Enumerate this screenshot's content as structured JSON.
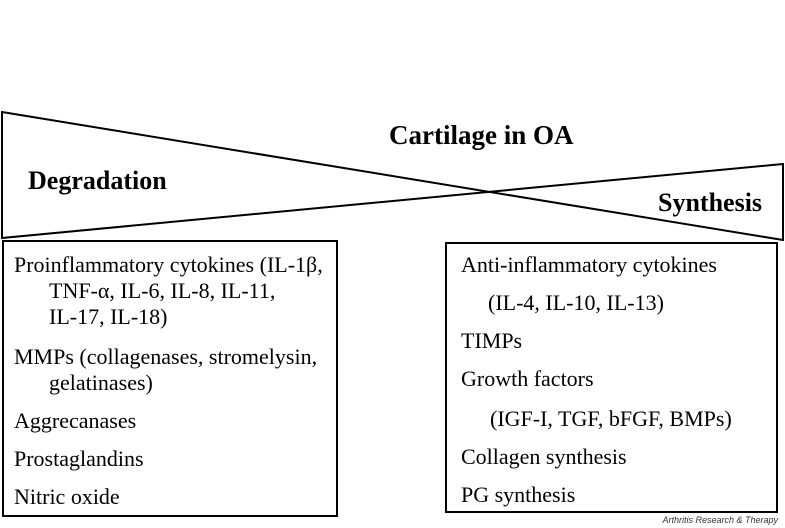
{
  "figure": {
    "title": "Cartilage in OA",
    "left_process_label": "Degradation",
    "right_process_label": "Synthesis",
    "credit": "Arthritis Research & Therapy"
  },
  "degradation_box": {
    "lines": [
      "Proinflammatory cytokines (IL-1β,",
      "TNF-α, IL-6, IL-8, IL-11,",
      "IL-17, IL-18)",
      "MMPs (collagenases, stromelysin,",
      "gelatinases)",
      "Aggrecanases",
      "Prostaglandins",
      "Nitric oxide"
    ]
  },
  "synthesis_box": {
    "lines": [
      "Anti-inflammatory cytokines",
      "(IL-4, IL-10, IL-13)",
      "TIMPs",
      "Growth factors",
      "(IGF-I, TGF, bFGF, BMPs)",
      "Collagen synthesis",
      "PG synthesis"
    ]
  },
  "colors": {
    "line": "#000000",
    "background": "#ffffff",
    "text": "#000000"
  }
}
